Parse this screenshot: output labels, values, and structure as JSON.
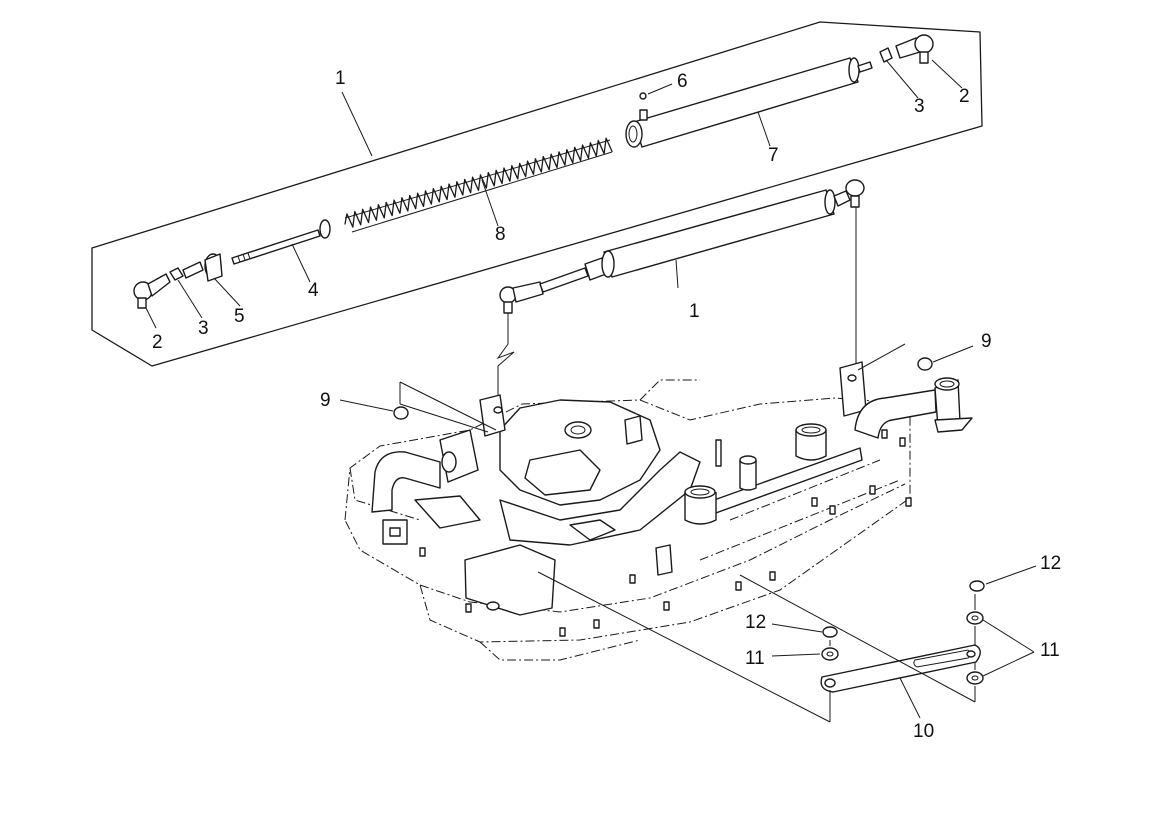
{
  "callouts": {
    "c1a": "1",
    "c1b": "1",
    "c2a": "2",
    "c2b": "2",
    "c3a": "3",
    "c3b": "3",
    "c4": "4",
    "c5": "5",
    "c6": "6",
    "c7": "7",
    "c8": "8",
    "c9a": "9",
    "c9b": "9",
    "c10": "10",
    "c11a": "11",
    "c11b": "11",
    "c12a": "12",
    "c12b": "12"
  },
  "colors": {
    "line": "#1a1a1a",
    "background": "#ffffff"
  }
}
